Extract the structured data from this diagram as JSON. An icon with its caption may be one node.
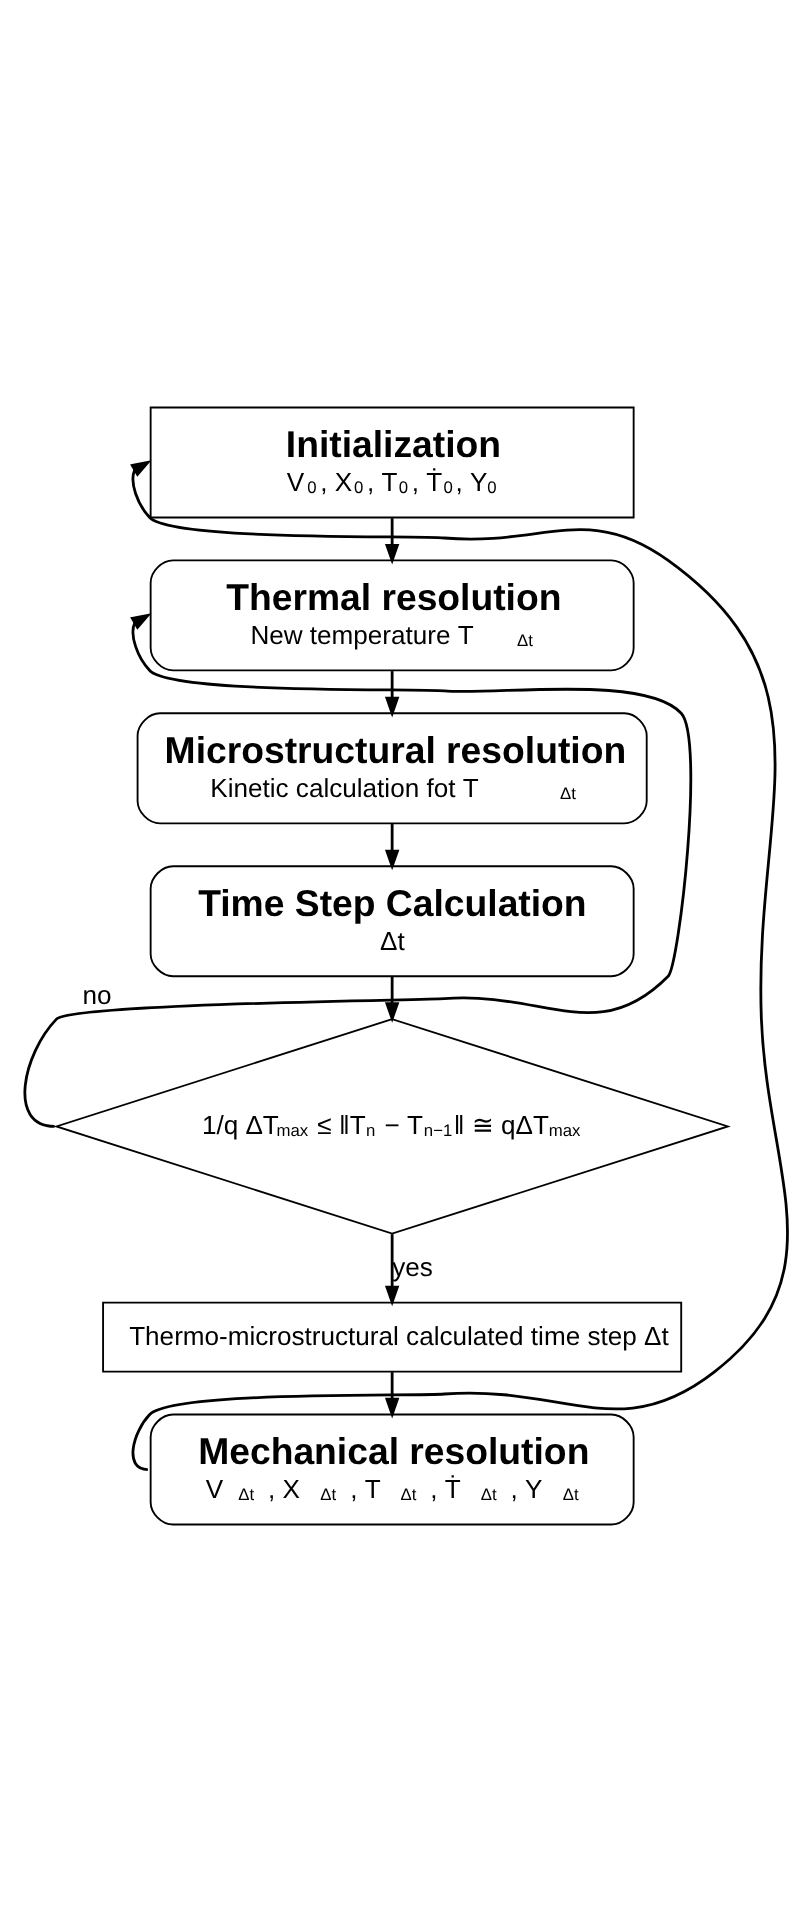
{
  "diagram": {
    "nodes": [
      {
        "text": [
          "Initialization",
          "V$_{0}$, X$_{0}$, T$_{0}$, Ṫ$_{0}$, Y$_{0}$"
        ]
      },
      {
        "text": [
          "Thermal resolution",
          "New temperature T$_{Δt}$"
        ]
      },
      {
        "text": [
          "Microstructural resolution",
          "Kinetic calculation fot T$_{Δt}$"
        ]
      },
      {
        "text": [
          "Time Step Calculation",
          "Δt"
        ]
      },
      {
        "text": [
          "1/q ΔT$_{max}$ ≤ ‖T$_{n}$ − T$_{n−1}$‖ ≅ qΔT$_{max}$"
        ]
      },
      {
        "text": [
          "Thermo-microstructural calculated time step Δt"
        ]
      },
      {
        "text": [
          "Mechanical resolution",
          "V$_{Δt}$, X $_{Δt}$, T $_{Δt}$, Ṫ $_{Δt}$, Y $_{Δt}$"
        ]
      }
    ],
    "edges": [
      {
        "from": 0,
        "to": 1,
        "arrow": "to"
      },
      {
        "from": 1,
        "to": 2,
        "arrow": "to"
      },
      {
        "from": 2,
        "to": 3,
        "arrow": "to"
      },
      {
        "from": 3,
        "to": 4,
        "arrow": "to"
      },
      {
        "from": 4,
        "to": 5,
        "arrow": "to",
        "label": "yes"
      },
      {
        "from": 5,
        "to": 6,
        "arrow": "to"
      },
      {
        "from": 4,
        "to": 1,
        "arrow": "to",
        "label": "no"
      },
      {
        "from": 6,
        "to": 0,
        "arrow": "to"
      }
    ]
  }
}
